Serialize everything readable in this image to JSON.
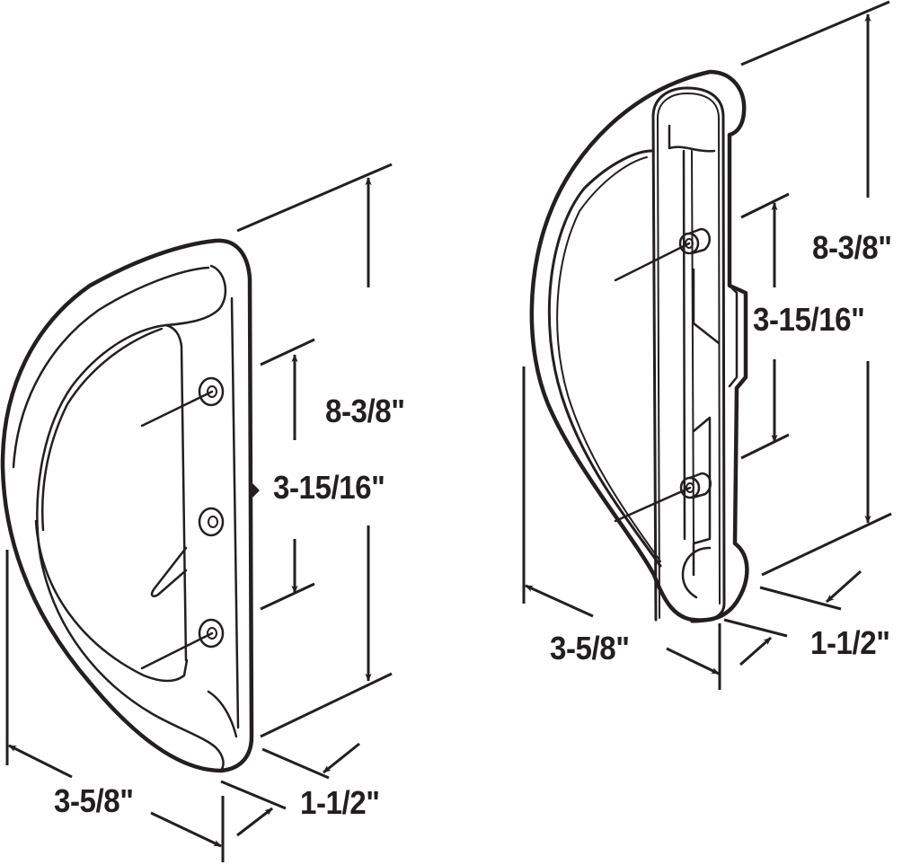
{
  "diagram": {
    "colors": {
      "ink": "#231f20",
      "background": "#ffffff"
    },
    "handles": [
      {
        "id": "left-handle",
        "description": "D-shaped sliding patio door pull handle, 3 screw holes, latch lever",
        "labels": {
          "height": "8-3/8\"",
          "hole_spacing": "3-15/16\"",
          "depth": "3-5/8\"",
          "width": "1-1/2\""
        }
      },
      {
        "id": "right-handle",
        "description": "Sliding door pull handle with recessed slot and 2 mounting posts",
        "labels": {
          "height": "8-3/8\"",
          "hole_spacing": "3-15/16\"",
          "depth": "3-5/8\"",
          "width": "1-1/2\""
        }
      }
    ]
  }
}
